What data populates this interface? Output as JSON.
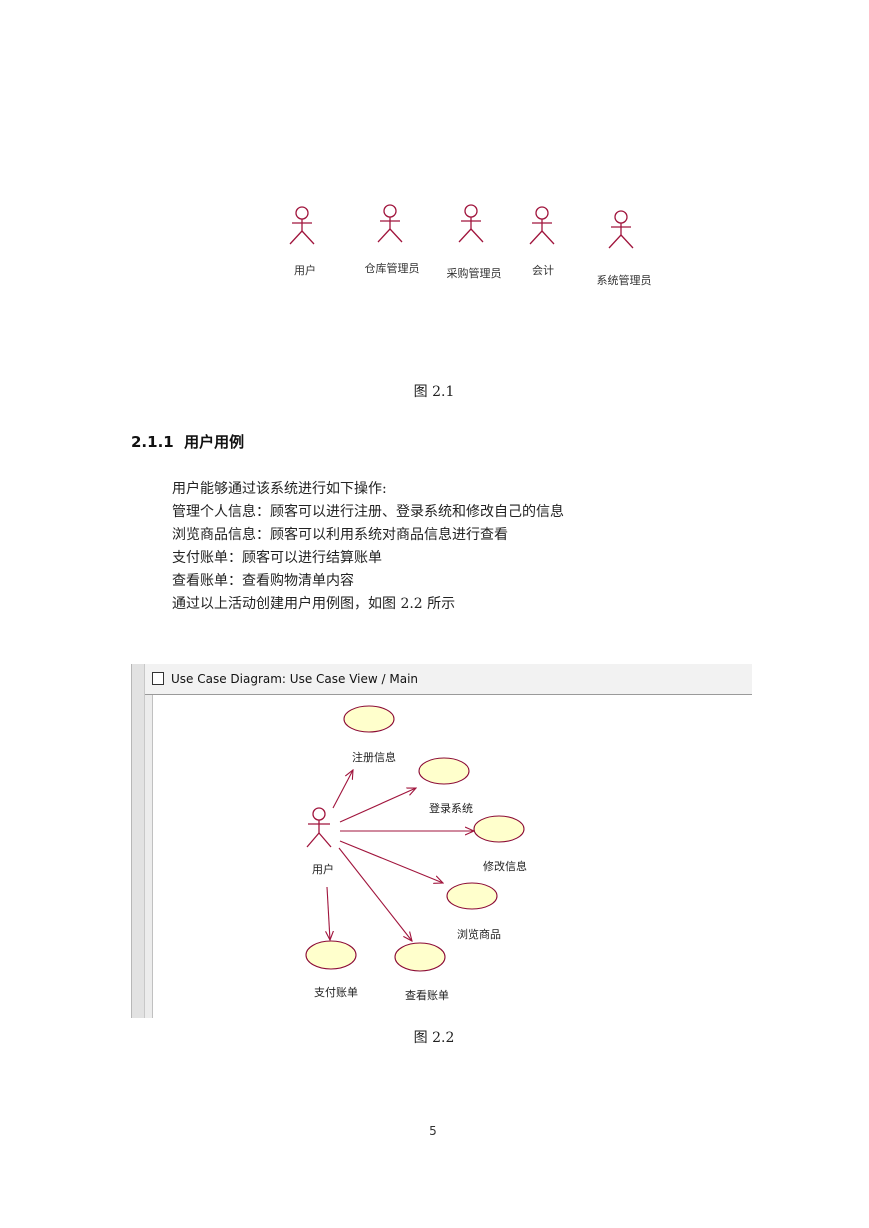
{
  "figure1": {
    "actors": [
      {
        "label": "用户",
        "icon": "stick-figure-actor"
      },
      {
        "label": "仓库管理员",
        "icon": "stick-figure-actor"
      },
      {
        "label": "采购管理员",
        "icon": "stick-figure-actor"
      },
      {
        "label": "会计",
        "icon": "stick-figure-actor"
      },
      {
        "label": "系统管理员",
        "icon": "stick-figure-actor"
      }
    ],
    "caption": "图 2.1"
  },
  "section": {
    "number": "2.1.1",
    "title": "用户用例"
  },
  "body": {
    "lines": [
      "用户能够通过该系统进行如下操作:",
      "管理个人信息：顾客可以进行注册、登录系统和修改自己的信息",
      "浏览商品信息：顾客可以利用系统对商品信息进行查看",
      "支付账单：顾客可以进行结算账单",
      "查看账单：查看购物清单内容",
      "通过以上活动创建用户用例图，如图 2.2 所示"
    ]
  },
  "figure2": {
    "window_title": "Use Case Diagram: Use Case View / Main",
    "actor": "用户",
    "use_cases": [
      "注册信息",
      "登录系统",
      "修改信息",
      "浏览商品",
      "支付账单",
      "查看账单"
    ],
    "caption": "图 2.2",
    "colors": {
      "actor": "#a0143c",
      "use_case_fill": "#ffffcc",
      "use_case_stroke": "#8b0a35"
    }
  },
  "page_number": "5"
}
